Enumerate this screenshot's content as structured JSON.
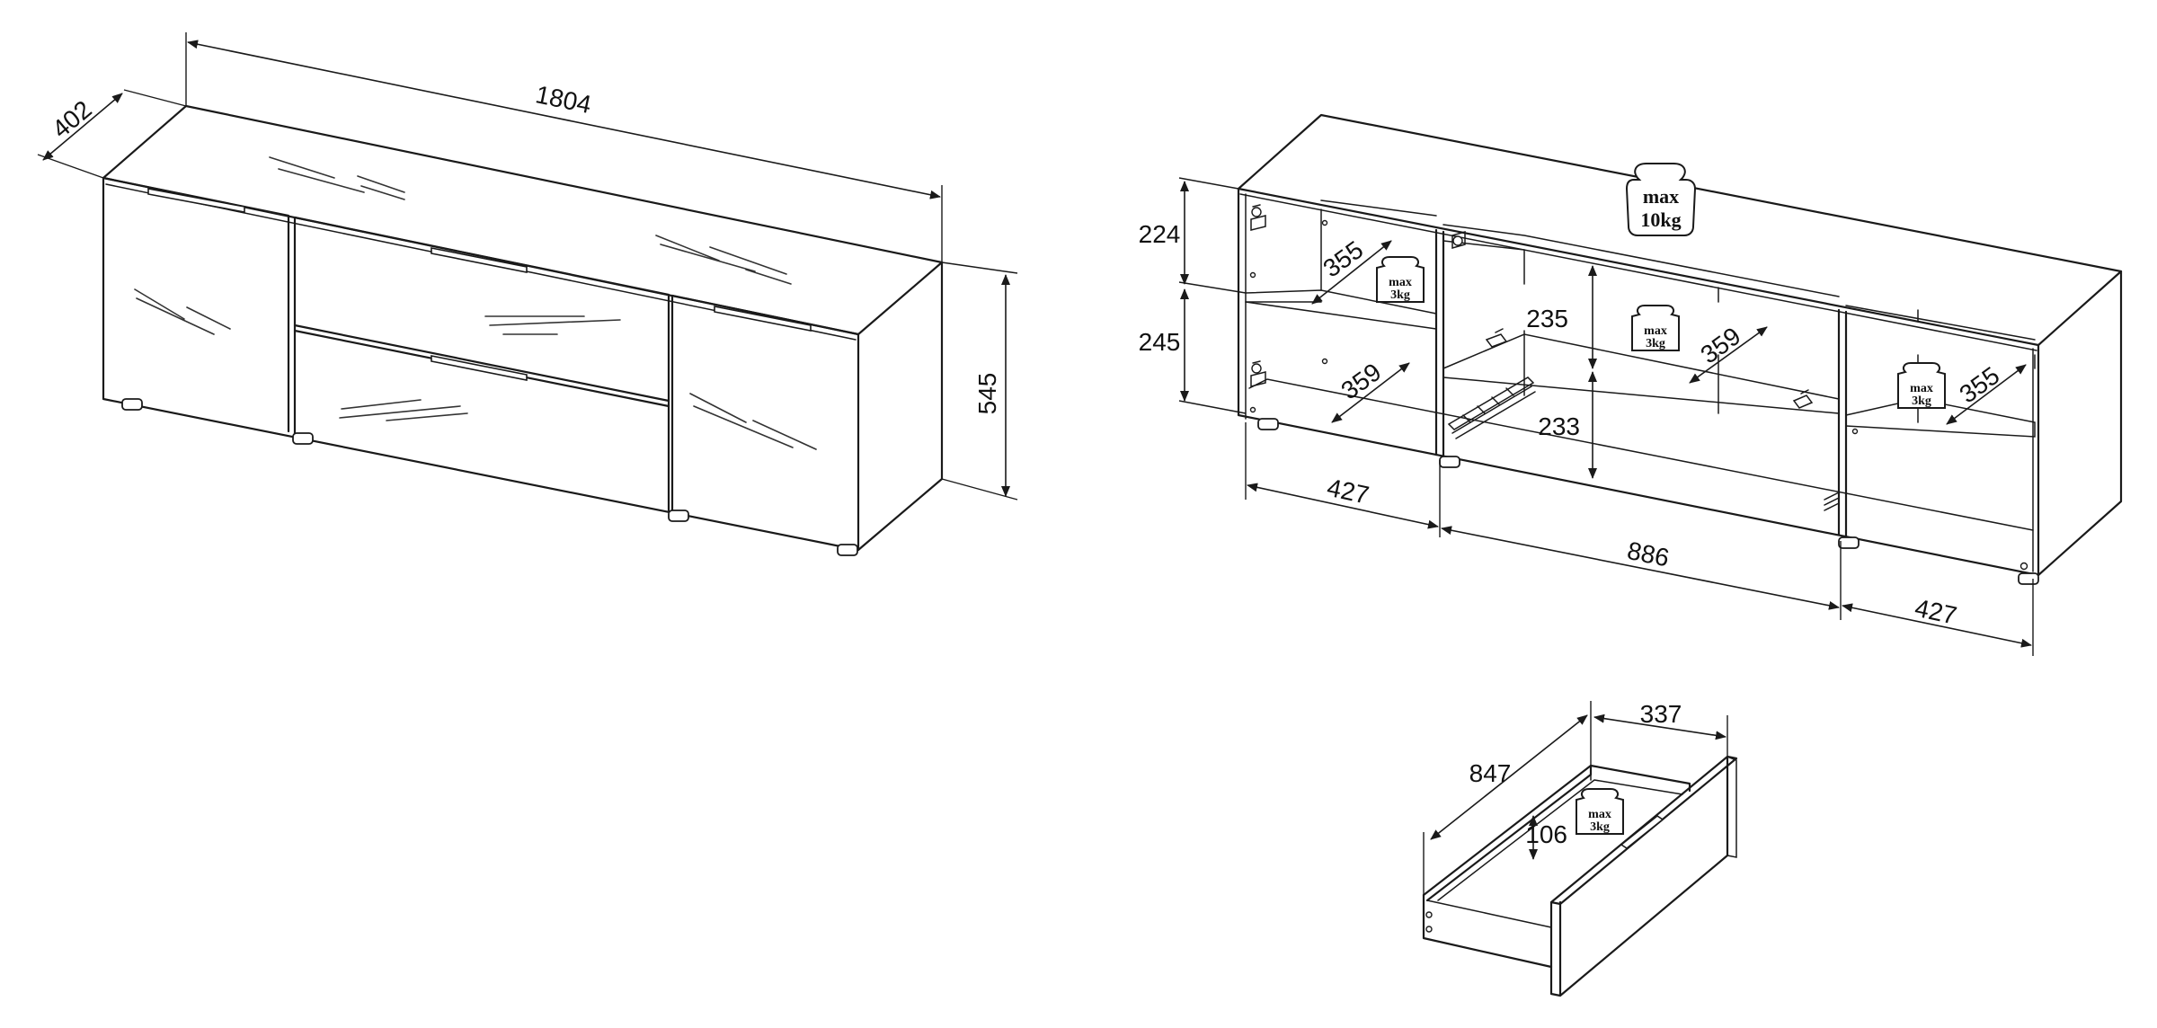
{
  "dimensions": {
    "overall_width": "1804",
    "overall_depth": "402",
    "overall_height": "545",
    "top_compartment_height": "224",
    "lower_compartment_height": "245",
    "left_shelf_depth_top": "355",
    "left_shelf_depth_bottom": "359",
    "middle_drawer_space_height": "235",
    "middle_shelf_depth": "359",
    "middle_lower_height": "233",
    "right_shelf_depth": "355",
    "left_section_width": "427",
    "middle_section_width": "886",
    "right_section_width": "427",
    "drawer_inner_width": "847",
    "drawer_inner_depth": "337",
    "drawer_inner_height": "106"
  },
  "load_badges": {
    "top": {
      "line1": "max",
      "line2": "10kg"
    },
    "left_shelf": {
      "line1": "max",
      "line2": "3kg"
    },
    "middle_shelf": {
      "line1": "max",
      "line2": "3kg"
    },
    "right_shelf": {
      "line1": "max",
      "line2": "3kg"
    },
    "drawer": {
      "line1": "max",
      "line2": "3kg"
    }
  },
  "colors": {
    "line": "#1a1a1a",
    "background": "#ffffff"
  },
  "icons": [
    "weight-icon",
    "hinge-icon",
    "drawer-runner-icon",
    "arrowhead-icon"
  ]
}
